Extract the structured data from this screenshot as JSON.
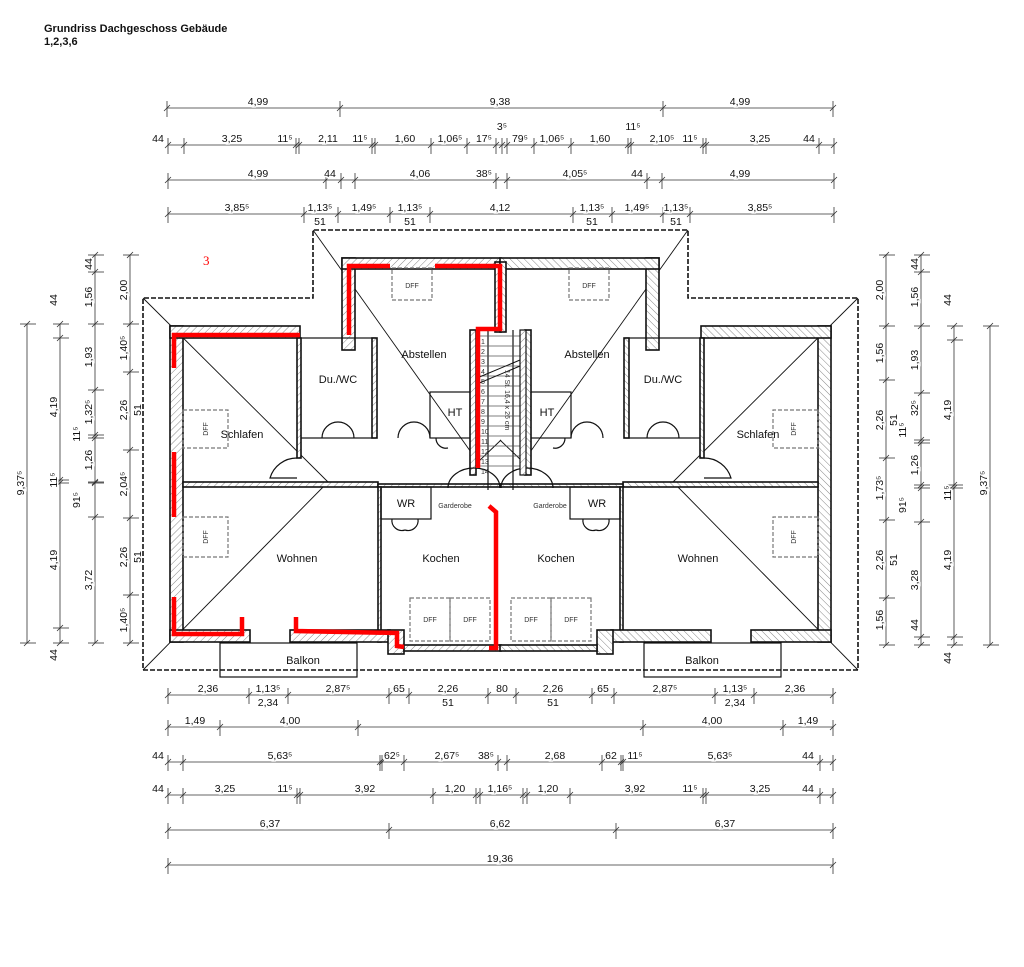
{
  "title": {
    "line1": "Grundriss Dachgeschoss Gebäude",
    "line2": "1,2,3,6"
  },
  "annotation": {
    "marker": "3",
    "marker_color": "#ff0000"
  },
  "colors": {
    "walls": "#111111",
    "redline": "#ff0000",
    "hatch": "#888888"
  },
  "rooms": {
    "left": {
      "abstellen": "Abstellen",
      "du_wc": "Du./WC",
      "ht": "HT",
      "schlafen": "Schlafen",
      "wr": "WR",
      "wohnen": "Wohnen",
      "kochen": "Kochen",
      "balkon": "Balkon",
      "garderobe": "Garderobe"
    },
    "right": {
      "abstellen": "Abstellen",
      "du_wc": "Du./WC",
      "ht": "HT",
      "schlafen": "Schlafen",
      "wr": "WR",
      "wohnen": "Wohnen",
      "kochen": "Kochen",
      "balkon": "Balkon",
      "garderobe": "Garderobe"
    }
  },
  "skylights": {
    "label": "DFF"
  },
  "stair": {
    "label": "14 St. 16,4 x 26 cm",
    "steps": [
      "1",
      "2",
      "3",
      "4",
      "5",
      "6",
      "7",
      "8",
      "9",
      "10",
      "11",
      "12",
      "13",
      "14"
    ]
  },
  "dimensions": {
    "top1": [
      "4,99",
      "9,38",
      "4,99"
    ],
    "top2": [
      "44",
      "3,25",
      "11⁵",
      "2,11",
      "11⁵",
      "1,60",
      "1,06⁵",
      "17⁵",
      "3⁵",
      "79⁵",
      "1,06⁵",
      "1,60",
      "11⁵",
      "2,10⁵",
      "11⁵",
      "3,25",
      "44"
    ],
    "top3": [
      "4,99",
      "44",
      "4,06",
      "38⁵",
      "4,05⁵",
      "44",
      "4,99"
    ],
    "top4": [
      "3,85⁵",
      "1,13⁵",
      "51",
      "1,49⁵",
      "1,13⁵",
      "51",
      "4,12",
      "1,13⁵",
      "51",
      "1,49⁵",
      "1,13⁵",
      "51",
      "3,85⁵"
    ],
    "bottom1": [
      "2,36",
      "1,13⁵",
      "2,34",
      "2,87⁵",
      "65",
      "2,26",
      "51",
      "80",
      "2,26",
      "51",
      "65",
      "2,87⁵",
      "1,13⁵",
      "2,34",
      "2,36"
    ],
    "bottom2": [
      "1,49",
      "4,00",
      "4,00",
      "1,49"
    ],
    "bottom3": [
      "44",
      "5,63⁵",
      "62⁵",
      "2,67⁵",
      "38⁵",
      "2,68",
      "62",
      "11⁵",
      "5,63⁵",
      "44"
    ],
    "bottom4": [
      "44",
      "3,25",
      "11⁵",
      "3,92",
      "1,20",
      "1,16⁵",
      "1,20",
      "3,92",
      "11⁵",
      "3,25",
      "44"
    ],
    "bottom5": [
      "6,37",
      "6,62",
      "6,37"
    ],
    "bottom6": [
      "19,36"
    ],
    "left4": [
      "2,00",
      "1,40⁵",
      "2,26",
      "51",
      "2,04⁵",
      "2,26",
      "51",
      "1,40⁵"
    ],
    "left3": [
      "44",
      "1,56",
      "1,93",
      "1,32⁵",
      "11⁵",
      "1,26",
      "91⁵",
      "3,72"
    ],
    "left2": [
      "44",
      "4,19",
      "11⁵",
      "4,19",
      "44"
    ],
    "left1": [
      "9,37⁵"
    ],
    "right1": [
      "2,00",
      "1,56",
      "2,26",
      "51",
      "1,73⁵",
      "2,26",
      "51",
      "1,56"
    ],
    "right2": [
      "44",
      "1,56",
      "1,93",
      "32⁵",
      "11⁵",
      "1,26",
      "91⁵",
      "3,28",
      "44"
    ],
    "right3": [
      "44",
      "4,19",
      "11⁵",
      "4,19",
      "44"
    ],
    "right4": [
      "9,37⁵"
    ]
  }
}
